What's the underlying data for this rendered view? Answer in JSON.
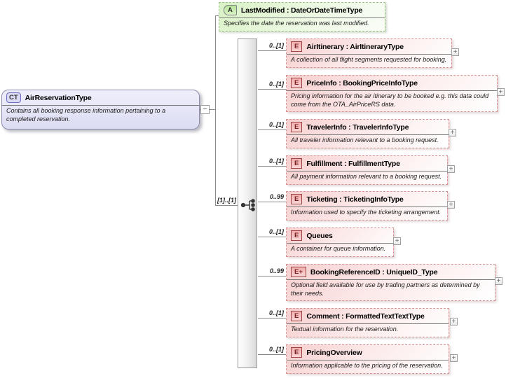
{
  "root": {
    "badge": "CT",
    "title": "AirReservationType",
    "annotation": "Contains all booking response information pertaining to a completed reservation.",
    "collapse_glyph": "−"
  },
  "attribute": {
    "badge": "A",
    "title": "LastModified : DateOrDateTimeType",
    "annotation": "Specifies the date the reservation was last modified."
  },
  "compositor": {
    "type": "sequence",
    "cardinality": "[1]..[1]"
  },
  "expand_glyph": "+",
  "elements": [
    {
      "badge": "E",
      "cardinality": "0..[1]",
      "title": "AirItinerary : AirItineraryType",
      "annotation": "A collection of all flight segments requested for booking."
    },
    {
      "badge": "E",
      "cardinality": "0..[1]",
      "title": "PriceInfo : BookingPriceInfoType",
      "annotation": "Pricing information for the air itinerary to be booked e.g. this data could come from the OTA_AirPriceRS data."
    },
    {
      "badge": "E",
      "cardinality": "0..[1]",
      "title": "TravelerInfo : TravelerInfoType",
      "annotation": "All traveler information relevant to a booking request."
    },
    {
      "badge": "E",
      "cardinality": "0..[1]",
      "title": "Fulfillment : FulfillmentType",
      "annotation": "All payment information relevant to a booking request."
    },
    {
      "badge": "E",
      "cardinality": "0..99",
      "title": "Ticketing : TicketingInfoType",
      "annotation": "Information used to specify the ticketing arrangement."
    },
    {
      "badge": "E",
      "cardinality": "0..[1]",
      "title": "Queues",
      "annotation": "A container for queue information."
    },
    {
      "badge": "E+",
      "cardinality": "0..99",
      "title": "BookingReferenceID : UniqueID_Type",
      "annotation": "Optional field available for use by trading partners as determined by their needs."
    },
    {
      "badge": "E",
      "cardinality": "0..[1]",
      "title": "Comment : FormattedTextTextType",
      "annotation": "Textual information for the reservation."
    },
    {
      "badge": "E",
      "cardinality": "0..[1]",
      "title": "PricingOverview",
      "annotation": "Information applicable to the pricing of the reservation."
    }
  ],
  "colors": {
    "element_fill": "#f7cfcf",
    "element_border": "#d79494",
    "attribute_fill": "#d9f2c6",
    "attribute_border": "#9cc489",
    "complextype_fill": "#dcdcf3",
    "complextype_border": "#8d8dae",
    "connector_line": "#8a8a8a"
  }
}
